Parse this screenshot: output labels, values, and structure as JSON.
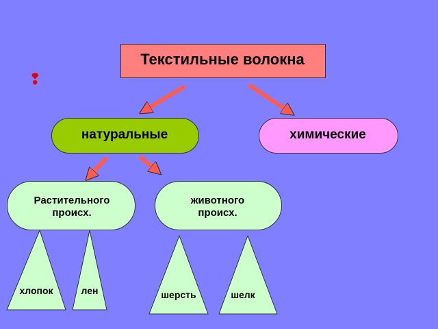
{
  "title": "Текстильные волокна",
  "marker_symbol": "❢",
  "level1": {
    "natural": "натуральные",
    "chemical": "химические"
  },
  "level2": {
    "plant": "Растительного\nпроисх.",
    "animal": "животного\nпроисх."
  },
  "leaves": {
    "cotton": "хлопок",
    "flax": "лен",
    "wool": "шерсть",
    "silk": "шелк"
  },
  "colors": {
    "background": "#7f7fff",
    "title_box": "#ff7f7f",
    "natural": "#99cc00",
    "chemical": "#ff99ff",
    "leaf_fill": "#ccffcc",
    "arrow": "#ff5c4d"
  }
}
